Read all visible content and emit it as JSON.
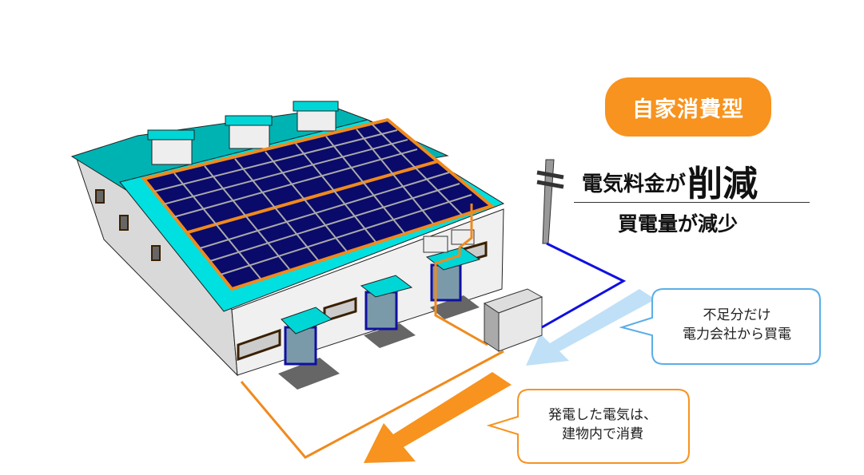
{
  "badge": {
    "label": "自家消費型",
    "color": "#f7931e"
  },
  "headline": {
    "prefix": "電気料金が",
    "emphasis": "削減",
    "subtitle": "買電量が減少"
  },
  "callouts": {
    "grid_purchase": {
      "line1": "不足分だけ",
      "line2": "電力会社から買電",
      "border_color": "#5aaee8"
    },
    "self_consumption": {
      "line1": "発電した電気は、",
      "line2": "建物内で消費",
      "border_color": "#f7931e"
    }
  },
  "colors": {
    "roof": "#00d6d6",
    "roof_dark": "#00b3b3",
    "panel": "#0a0a6a",
    "wiring": "#f08a1d",
    "grid_line": "#1010e0",
    "grid_arrow": "#bfe0f7",
    "self_arrow": "#f7931e",
    "wall": "#efefef"
  },
  "icons": {
    "building": "factory-building",
    "solar": "solar-panel-array",
    "pole": "utility-pole",
    "cabinet": "power-conditioner-cabinet"
  }
}
